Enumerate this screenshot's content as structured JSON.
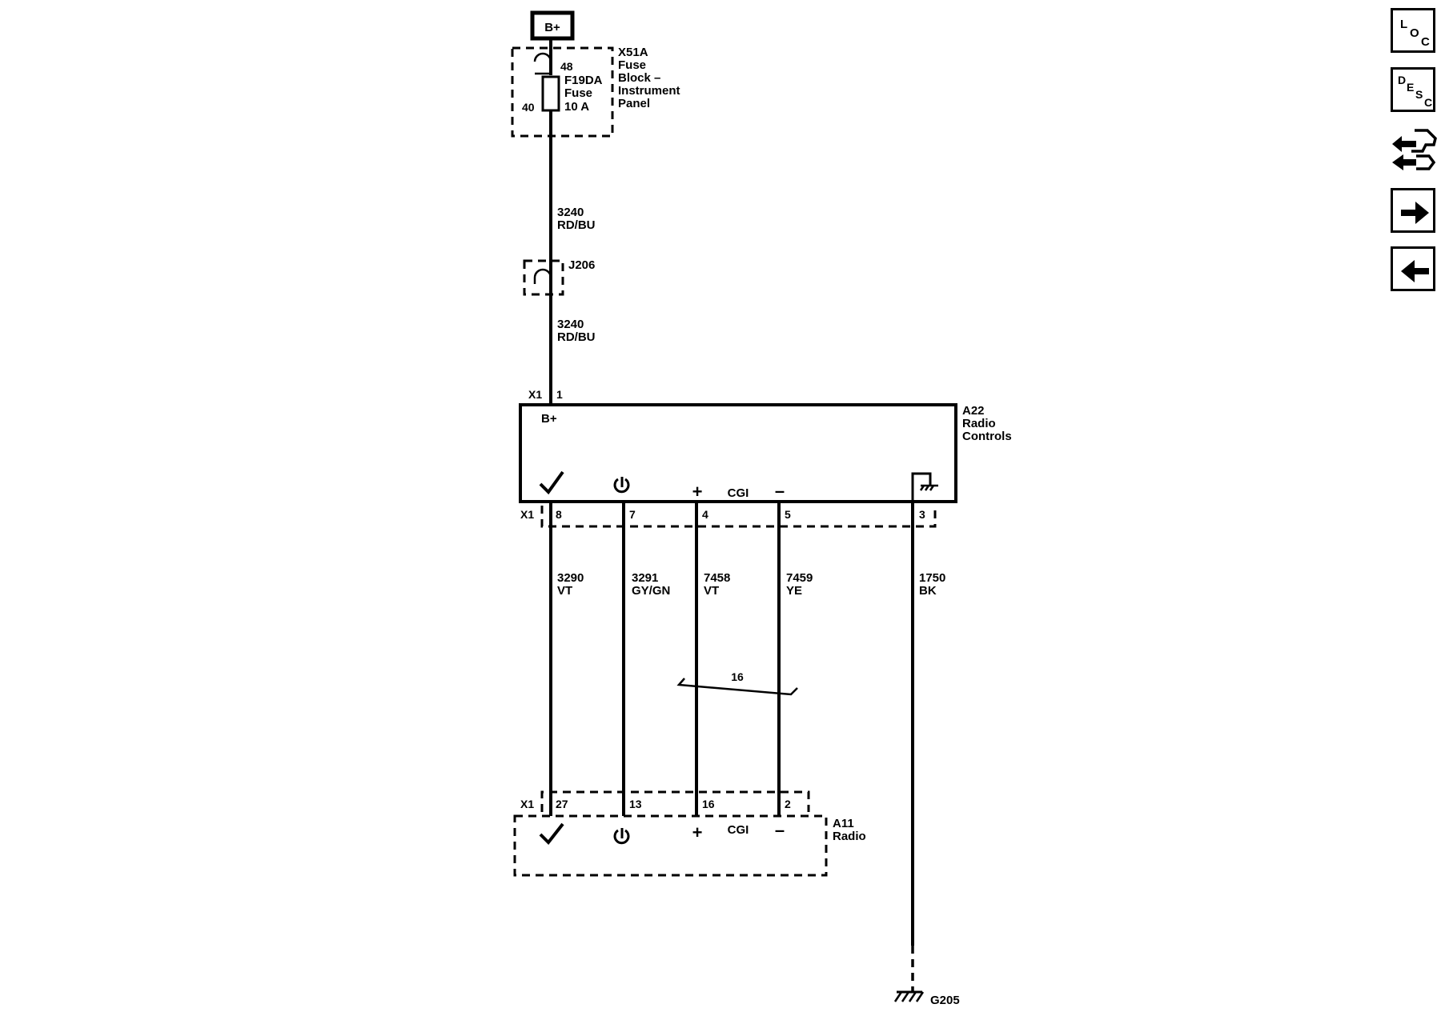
{
  "power_source": "B+",
  "fuse_block": {
    "connector": "X51A",
    "name_lines": [
      "Fuse",
      "Block –",
      "Instrument",
      "Panel"
    ],
    "fuse_lines": [
      "F19DA",
      "Fuse",
      "10 A"
    ],
    "pin_in": "48",
    "pin_out": "40"
  },
  "splice": {
    "name": "J206"
  },
  "wire_b_upper": {
    "circuit": "3240",
    "color": "RD/BU"
  },
  "wire_b_lower": {
    "circuit": "3240",
    "color": "RD/BU"
  },
  "radio_controls": {
    "ref": "A22",
    "name_lines": [
      "Radio",
      "Controls"
    ],
    "top_connector": "X1",
    "top_pin": "1",
    "bplus_label": "B+",
    "bottom_connector": "X1",
    "cgi_label": "CGI",
    "plus_label": "+",
    "minus_label": "–",
    "pins": [
      "8",
      "7",
      "4",
      "5",
      "3"
    ]
  },
  "wires": [
    {
      "circuit": "3290",
      "color": "VT"
    },
    {
      "circuit": "3291",
      "color": "GY/GN"
    },
    {
      "circuit": "7458",
      "color": "VT"
    },
    {
      "circuit": "7459",
      "color": "YE"
    },
    {
      "circuit": "1750",
      "color": "BK"
    }
  ],
  "twisted_pair": "16",
  "radio": {
    "ref": "A11",
    "name": "Radio",
    "connector": "X1",
    "cgi_label": "CGI",
    "plus_label": "+",
    "minus_label": "–",
    "pins": [
      "27",
      "13",
      "16",
      "2"
    ]
  },
  "ground": {
    "name": "G205"
  },
  "side_buttons": {
    "loc": {
      "letters": [
        "L",
        "O",
        "C"
      ]
    },
    "desc": {
      "letters": [
        "D",
        "E",
        "S",
        "C"
      ]
    }
  }
}
